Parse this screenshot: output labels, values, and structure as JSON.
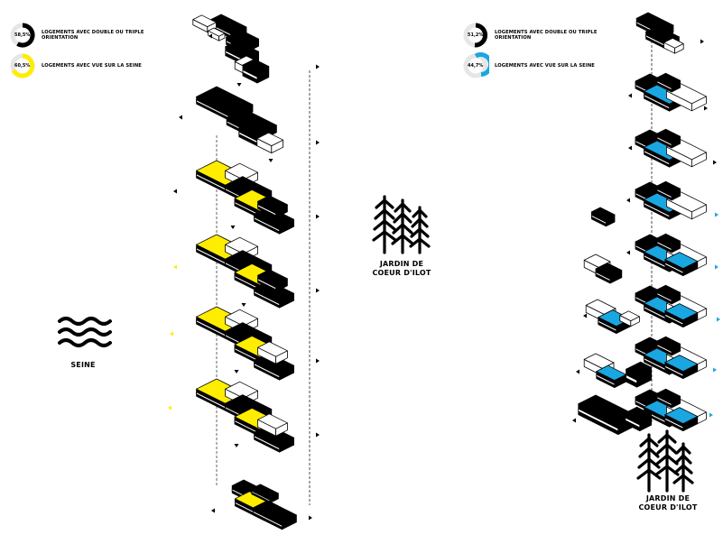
{
  "legend_left": {
    "items": [
      {
        "pct": "58,5%",
        "text_l1": "LOGEMENTS AVEC DOUBLE OU TRIPLE",
        "text_l2": "ORIENTATION",
        "color": "#000000"
      },
      {
        "pct": "60,5%",
        "text_l1": "LOGEMENTS AVEC VUE SUR LA SEINE",
        "text_l2": "",
        "color": "#ffed00"
      }
    ]
  },
  "legend_right": {
    "items": [
      {
        "pct": "51,2%",
        "text_l1": "LOGEMENTS AVEC DOUBLE OU TRIPLE",
        "text_l2": "ORIENTATION",
        "color": "#000000"
      },
      {
        "pct": "44,7%",
        "text_l1": "LOGEMENTS AVEC VUE SUR LA SEINE",
        "text_l2": "",
        "color": "#1aa6e0"
      }
    ]
  },
  "labels": {
    "seine": "SEINE",
    "jardin_center_l1": "JARDIN DE",
    "jardin_center_l2": "COEUR D'ILOT",
    "jardin_right_l1": "JARDIN DE",
    "jardin_right_l2": "COEUR D'ILOT"
  },
  "icons": {
    "waves": "waves-icon",
    "trees": "trees-icon"
  },
  "colors": {
    "black": "#000000",
    "yellow": "#ffed00",
    "blue": "#1aa6e0",
    "white": "#ffffff"
  }
}
